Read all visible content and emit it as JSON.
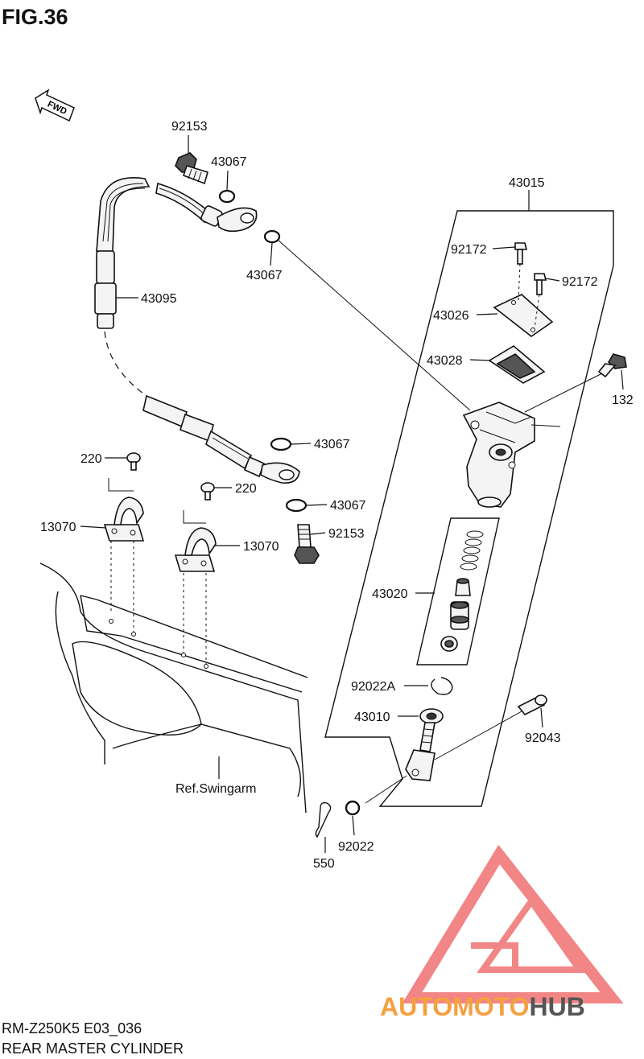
{
  "figure": {
    "number": "FIG.36",
    "fwd_label": "FWD"
  },
  "callouts": {
    "c92153a": "92153",
    "c43067a": "43067",
    "c43067b": "43067",
    "c43095": "43095",
    "c43067c": "43067",
    "c43067d": "43067",
    "c92153b": "92153",
    "c220a": "220",
    "c220b": "220",
    "c13070a": "13070",
    "c13070b": "13070",
    "c43015": "43015",
    "c92172a": "92172",
    "c92172b": "92172",
    "c43026": "43026",
    "c43028": "43028",
    "c132": "132",
    "c43020": "43020",
    "c92022A": "92022A",
    "c43010": "43010",
    "c92043": "92043",
    "c92022": "92022",
    "c550": "550",
    "ref_swingarm": "Ref.Swingarm"
  },
  "footer": {
    "model_code": "RM-Z250K5 E03_036",
    "section_title": "REAR MASTER CYLINDER"
  },
  "watermark": {
    "text_part1": "AUTOMOTO",
    "text_part2": "HUB",
    "color_red": "#f07070",
    "color_orange": "#f5a040",
    "color_gray": "#555555"
  }
}
